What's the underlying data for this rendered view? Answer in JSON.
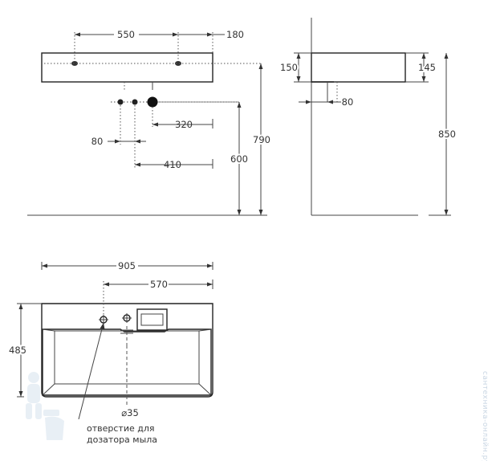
{
  "dimensions": {
    "top_hole_spacing": "550",
    "top_offset": "180",
    "fixing_spacing": "320",
    "fixing_offset": "80",
    "drain_offset": "410",
    "drain_height": "600",
    "basin_height": "790",
    "side_thickness": "150",
    "side_depth_right": "145",
    "side_drain": "80",
    "side_total_height": "850",
    "plan_width": "905",
    "plan_hole_offset": "570",
    "plan_depth": "485",
    "plan_hole_diameter": "⌀35"
  },
  "annotation": {
    "line1": "отверстие для",
    "line2": "дозатора мыла"
  },
  "watermark": {
    "text": "сантехника-онлайн.ру",
    "icon": "plumber-mascot-icon",
    "color": "#c9d6e3"
  }
}
